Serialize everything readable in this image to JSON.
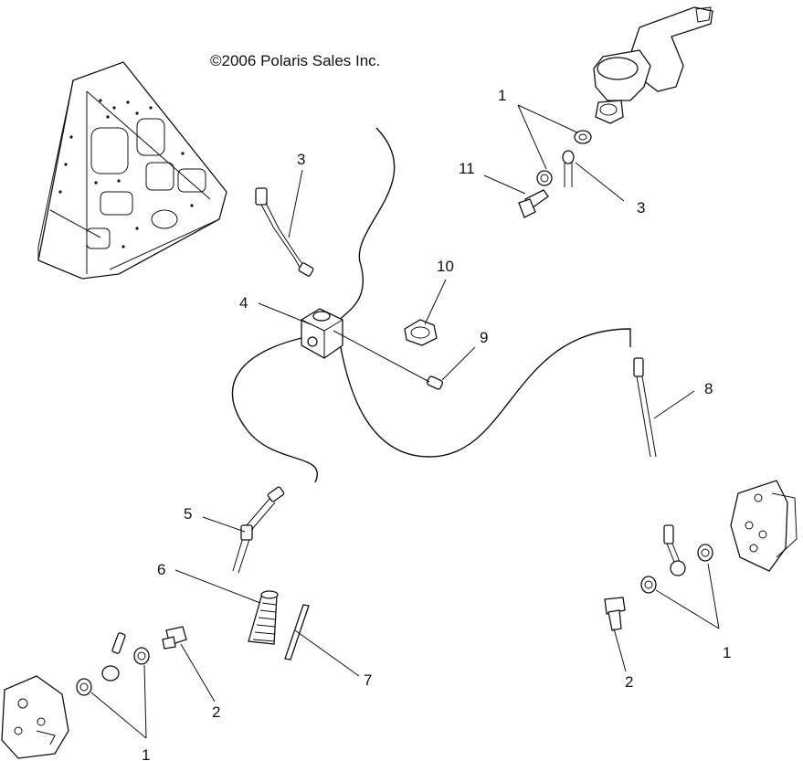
{
  "copyright": "©2006 Polaris Sales Inc.",
  "callouts": [
    "1",
    "1",
    "1",
    "2",
    "2",
    "3",
    "3",
    "4",
    "5",
    "6",
    "7",
    "8",
    "9",
    "10",
    "11"
  ]
}
